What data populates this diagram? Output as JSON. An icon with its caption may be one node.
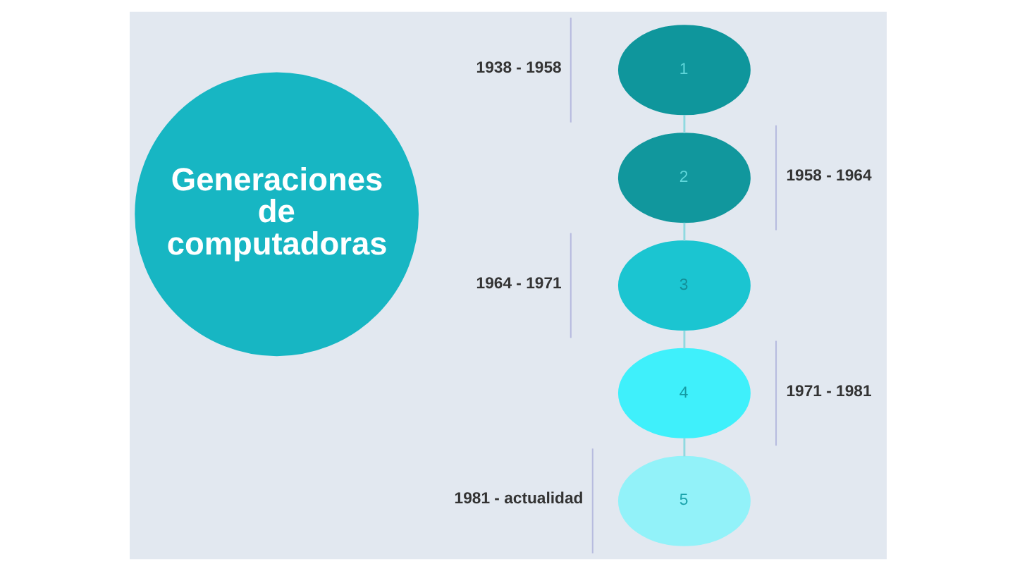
{
  "diagram": {
    "nodes": [
      {
        "text": [
          "Generaciones de computadoras"
        ]
      },
      {
        "text": [
          "1"
        ],
        "beside": [
          "1938 - 1958"
        ]
      },
      {
        "text": [
          "2"
        ],
        "beside": [
          "1958 - 1964"
        ]
      },
      {
        "text": [
          "3"
        ],
        "beside": [
          "1964 - 1971"
        ]
      },
      {
        "text": [
          "4"
        ],
        "beside": [
          "1971 - 1981"
        ]
      },
      {
        "text": [
          "5"
        ],
        "beside": [
          "1981 - actualidad"
        ]
      }
    ],
    "edges": [
      {
        "from": 1,
        "to": 2,
        "arrow": "none"
      },
      {
        "from": 2,
        "to": 3,
        "arrow": "none"
      },
      {
        "from": 3,
        "to": 4,
        "arrow": "none"
      },
      {
        "from": 4,
        "to": 5,
        "arrow": "none"
      }
    ]
  }
}
